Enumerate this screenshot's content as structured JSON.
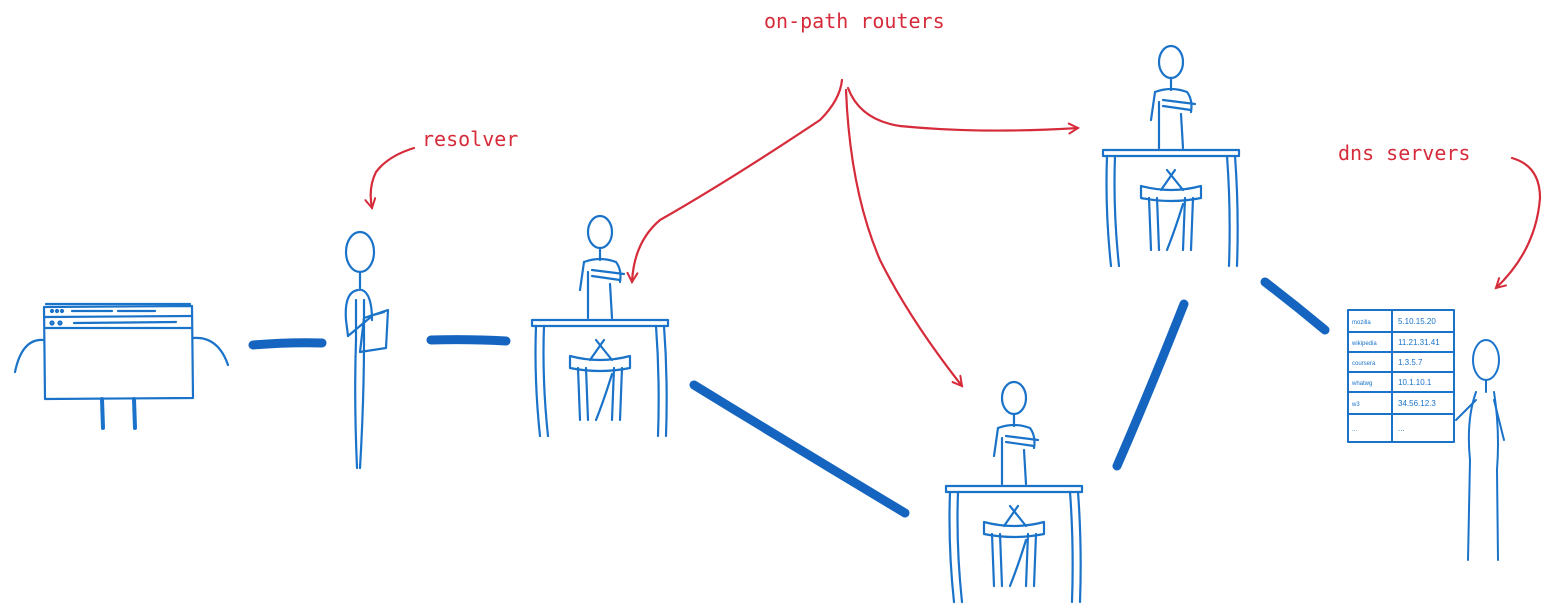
{
  "colors": {
    "ink_blue": "#1a73c9",
    "link_blue": "#1565c0",
    "annotation_red": "#d62b3a",
    "background": "#ffffff"
  },
  "labels": {
    "routers": "on-path routers",
    "resolver": "resolver",
    "dns_servers": "dns servers"
  },
  "dns_table": {
    "rows": [
      {
        "name": "mozilla",
        "ip": "5.10.15.20"
      },
      {
        "name": "wikipedia",
        "ip": "11.21.31.41"
      },
      {
        "name": "coursera",
        "ip": "1.3.5.7"
      },
      {
        "name": "whatwg",
        "ip": "10.1.10.1"
      },
      {
        "name": "w3",
        "ip": "34.56.12.3"
      },
      {
        "name": "...",
        "ip": "..."
      }
    ]
  },
  "nodes": [
    {
      "id": "browser",
      "icon": "browser-window-icon"
    },
    {
      "id": "resolver",
      "icon": "stick-figure-clipboard-icon"
    },
    {
      "id": "router-1",
      "icon": "person-at-desk-icon"
    },
    {
      "id": "router-2",
      "icon": "person-at-desk-icon"
    },
    {
      "id": "router-3",
      "icon": "person-at-desk-icon"
    },
    {
      "id": "dns-server",
      "icon": "stick-figure-with-table-icon"
    }
  ]
}
